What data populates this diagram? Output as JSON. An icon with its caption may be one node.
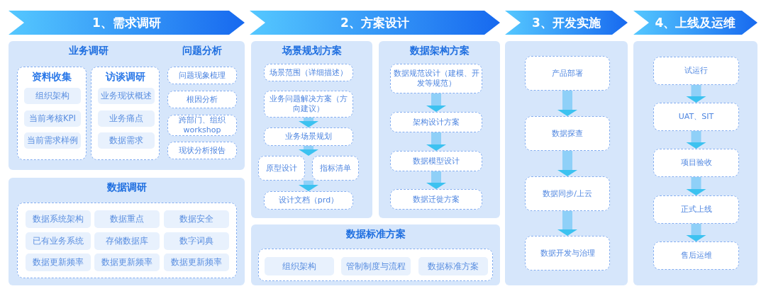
{
  "diagram": {
    "nodes": [
      {
        "text": [
          "1、需求调研"
        ]
      },
      {
        "text": [
          "2、方案设计"
        ]
      },
      {
        "text": [
          "3、开发实施"
        ]
      },
      {
        "text": [
          "4、上线及运维"
        ]
      },
      {
        "text": [
          "业务调研",
          "问题分析"
        ]
      },
      {
        "text": [
          "资料收集"
        ],
        "in": 4
      },
      {
        "text": [
          "组织架构"
        ],
        "in": 5
      },
      {
        "text": [
          "当前考核KPI"
        ],
        "in": 5
      },
      {
        "text": [
          "当前需求样例"
        ],
        "in": 5
      },
      {
        "text": [
          "访谈调研"
        ],
        "in": 4
      },
      {
        "text": [
          "业务现状概述"
        ],
        "in": 9
      },
      {
        "text": [
          "业务痛点"
        ],
        "in": 9
      },
      {
        "text": [
          "数据需求"
        ],
        "in": 9
      },
      {
        "text": [
          "问题现象梳理"
        ],
        "in": 4
      },
      {
        "text": [
          "根因分析"
        ],
        "in": 4
      },
      {
        "text": [
          "跨部门、组织workshop"
        ],
        "in": 4
      },
      {
        "text": [
          "现状分析报告"
        ],
        "in": 4
      },
      {
        "text": [
          "数据调研"
        ]
      },
      {
        "text": [],
        "shape": "box",
        "in": 17
      },
      {
        "text": [
          "数据系统架构"
        ],
        "in": 18
      },
      {
        "text": [
          "数据重点"
        ],
        "in": 18
      },
      {
        "text": [
          "数据安全"
        ],
        "in": 18
      },
      {
        "text": [
          "已有业务系统"
        ],
        "in": 18
      },
      {
        "text": [
          "存储数据库"
        ],
        "in": 18
      },
      {
        "text": [
          "数字词典"
        ],
        "in": 18
      },
      {
        "text": [
          "数据更新频率"
        ],
        "in": 18
      },
      {
        "text": [
          "数据更新频率"
        ],
        "in": 18
      },
      {
        "text": [
          "数据更新频率"
        ],
        "in": 18
      },
      {
        "text": [
          "场景规划方案"
        ]
      },
      {
        "text": [
          "场景范围（详细描述）"
        ],
        "in": 28
      },
      {
        "text": [
          "业务问题解决方案（方向建议）"
        ],
        "in": 28
      },
      {
        "text": [
          "业务场景规划"
        ],
        "in": 28
      },
      {
        "text": [
          "原型设计"
        ],
        "in": 28
      },
      {
        "text": [
          "指标清单"
        ],
        "in": 28
      },
      {
        "text": [
          "设计文档（prd）"
        ],
        "in": 28
      },
      {
        "text": [
          "数据架构方案"
        ]
      },
      {
        "text": [
          "数据规范设计（建模、开发等规范）"
        ],
        "in": 35
      },
      {
        "text": [
          "架构设计方案"
        ],
        "in": 35
      },
      {
        "text": [
          "数据模型设计"
        ],
        "in": 35
      },
      {
        "text": [
          "数据迁徙方案"
        ],
        "in": 35
      },
      {
        "text": [
          "数据标准方案"
        ]
      },
      {
        "text": [],
        "shape": "box",
        "in": 40
      },
      {
        "text": [
          "组织架构"
        ],
        "in": 41
      },
      {
        "text": [
          "管制制度与流程"
        ],
        "in": 41
      },
      {
        "text": [
          "数据标准方案"
        ],
        "in": 41
      },
      {
        "text": [],
        "shape": "box"
      },
      {
        "text": [
          "产品部署"
        ],
        "in": 45
      },
      {
        "text": [
          "数据探查"
        ],
        "in": 45
      },
      {
        "text": [
          "数据同步/上云"
        ],
        "in": 45
      },
      {
        "text": [
          "数据开发与治理"
        ],
        "in": 45
      },
      {
        "text": [],
        "shape": "box"
      },
      {
        "text": [
          "试运行"
        ],
        "in": 50
      },
      {
        "text": [
          "UAT、SIT"
        ],
        "in": 50
      },
      {
        "text": [
          "项目验收"
        ],
        "in": 50
      },
      {
        "text": [
          "正式上线"
        ],
        "in": 50
      },
      {
        "text": [
          "售后运维"
        ],
        "in": 50
      }
    ],
    "edges": [
      {
        "from": 30,
        "to": 31,
        "arrow": "to"
      },
      {
        "from": 31,
        "to": 32,
        "arrow": "to"
      },
      {
        "from": 31,
        "to": 33,
        "arrow": "to"
      },
      {
        "from": 32,
        "to": 34,
        "arrow": "to"
      },
      {
        "from": 33,
        "to": 34,
        "arrow": "to"
      },
      {
        "from": 36,
        "to": 37,
        "arrow": "to"
      },
      {
        "from": 37,
        "to": 38,
        "arrow": "to"
      },
      {
        "from": 38,
        "to": 39,
        "arrow": "to"
      },
      {
        "from": 46,
        "to": 47,
        "arrow": "to"
      },
      {
        "from": 47,
        "to": 48,
        "arrow": "to"
      },
      {
        "from": 48,
        "to": 49,
        "arrow": "to"
      },
      {
        "from": 51,
        "to": 52,
        "arrow": "to"
      },
      {
        "from": 52,
        "to": 53,
        "arrow": "to"
      },
      {
        "from": 53,
        "to": 54,
        "arrow": "to"
      },
      {
        "from": 54,
        "to": 55,
        "arrow": "to"
      }
    ]
  }
}
